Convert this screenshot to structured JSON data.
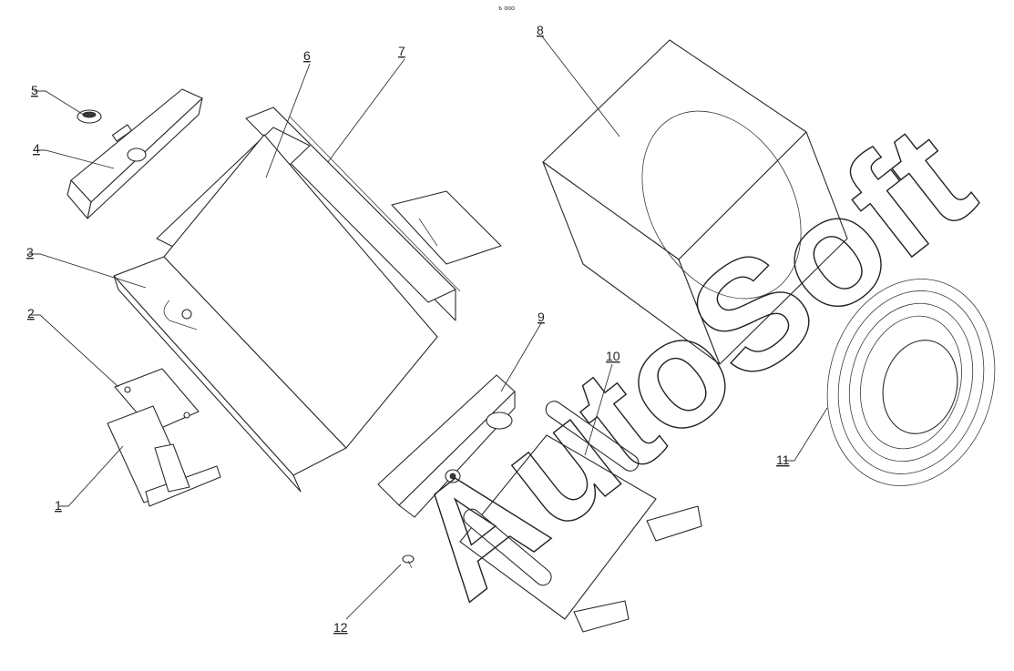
{
  "top_mark": "ъ ооо",
  "watermark": "AutoSoft",
  "callouts": [
    {
      "id": "c1",
      "label": "1"
    },
    {
      "id": "c2",
      "label": "2"
    },
    {
      "id": "c3",
      "label": "3"
    },
    {
      "id": "c4",
      "label": "4"
    },
    {
      "id": "c5",
      "label": "5"
    },
    {
      "id": "c6",
      "label": "6"
    },
    {
      "id": "c7",
      "label": "7"
    },
    {
      "id": "c8",
      "label": "8"
    },
    {
      "id": "c9",
      "label": "9"
    },
    {
      "id": "c10",
      "label": "10"
    },
    {
      "id": "c11",
      "label": "11"
    },
    {
      "id": "c12",
      "label": "12"
    }
  ],
  "colors": {
    "line": "#2a2a2a",
    "background": "#ffffff"
  }
}
